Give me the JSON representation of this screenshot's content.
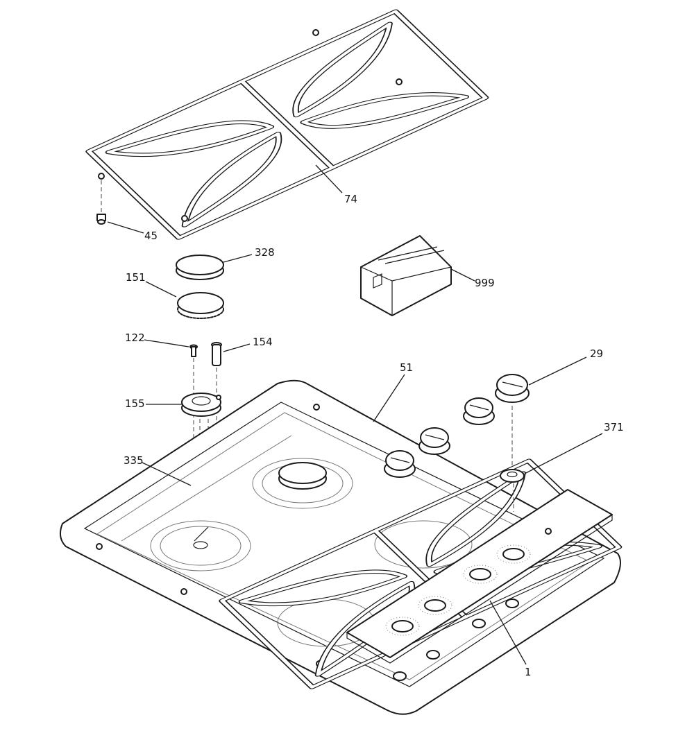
{
  "callouts": [
    {
      "id": "74",
      "text": "74"
    },
    {
      "id": "45",
      "text": "45"
    },
    {
      "id": "328",
      "text": "328"
    },
    {
      "id": "151",
      "text": "151"
    },
    {
      "id": "999",
      "text": "999"
    },
    {
      "id": "122",
      "text": "122"
    },
    {
      "id": "154",
      "text": "154"
    },
    {
      "id": "51",
      "text": "51"
    },
    {
      "id": "29",
      "text": "29"
    },
    {
      "id": "155",
      "text": "155"
    },
    {
      "id": "371",
      "text": "371"
    },
    {
      "id": "335",
      "text": "335"
    },
    {
      "id": "1",
      "text": "1"
    }
  ],
  "colors": {
    "line": "#1a1a1a",
    "background": "#ffffff"
  }
}
